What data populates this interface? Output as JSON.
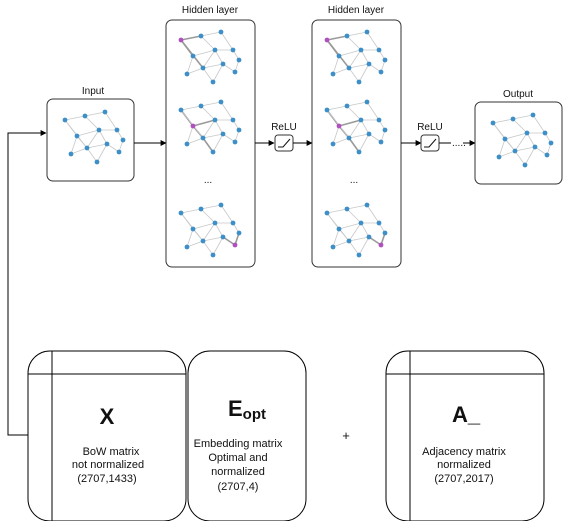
{
  "panels": {
    "input": "Input",
    "hidden1": "Hidden layer",
    "hidden2": "Hidden layer",
    "output": "Output",
    "ellipsis": "..."
  },
  "activations": {
    "relu1": "ReLU",
    "relu2": "ReLU",
    "trail": "....."
  },
  "plus": "+",
  "matrices": {
    "x": {
      "symbol": "X",
      "line1": "BoW matrix",
      "line2": "not normalized",
      "line3": "(2707,1433)"
    },
    "e": {
      "symbol": "E",
      "subscript": "opt",
      "line1": "Embedding matrix",
      "line2": "Optimal and",
      "line3": "normalized",
      "line4": "(2707,4)"
    },
    "a": {
      "symbol": "A_",
      "line1": "Adjacency matrix",
      "line2": "normalized",
      "line3": "(2707,2017)"
    }
  },
  "colors": {
    "node": "#3d8fc7",
    "highlight_node": "#b04fc0",
    "edge": "#c8c8c8",
    "highlight_edge": "#9a9a9a",
    "box_border": "#333333",
    "line": "#000000"
  }
}
